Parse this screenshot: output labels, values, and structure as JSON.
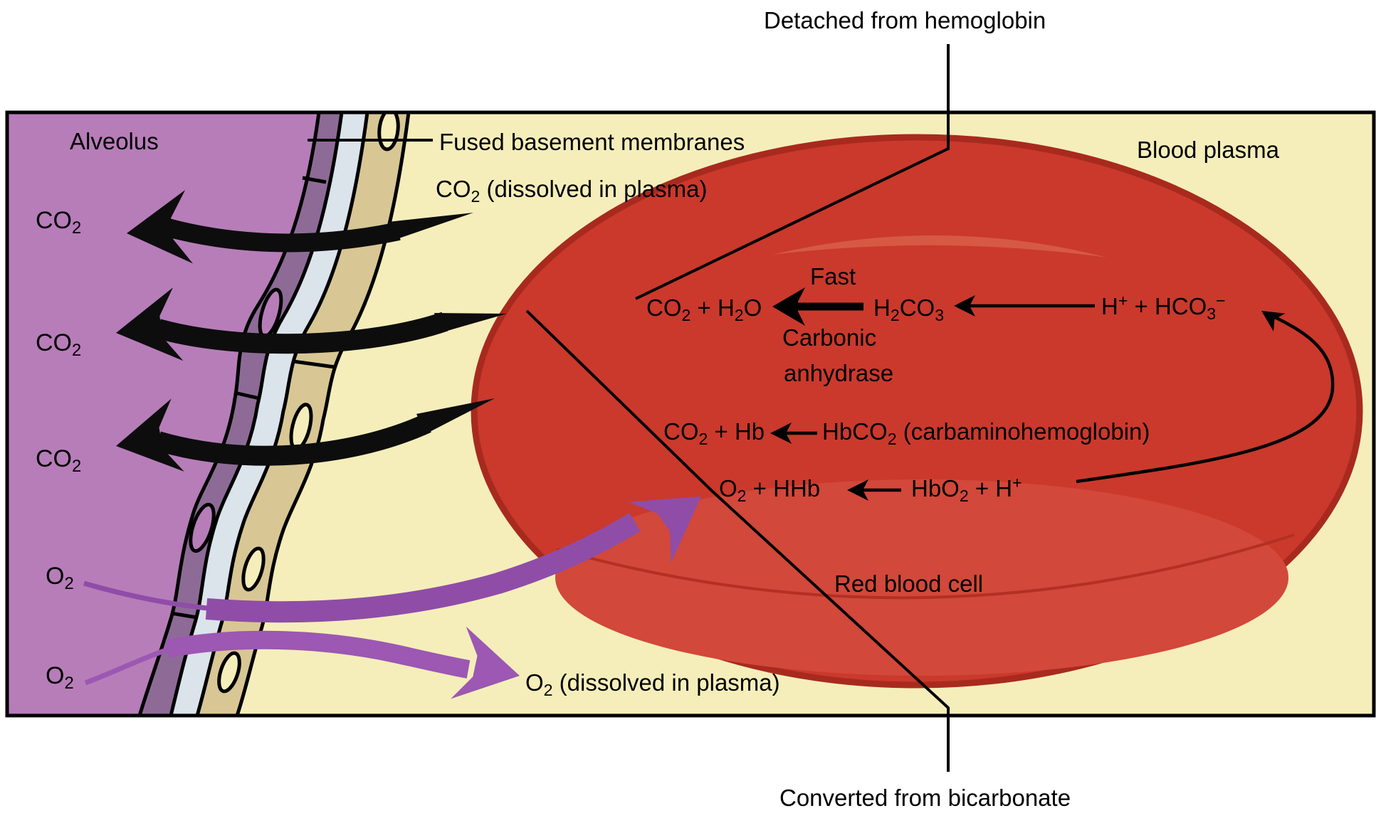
{
  "colors": {
    "background": "#ffffff",
    "plasma": "#f5eeba",
    "alveolus_fill": "#b77db9",
    "epithelium_fill": "#8e6b96",
    "basement_membrane_fill": "#dbe3eb",
    "endothelium_fill": "#d8c794",
    "red_cell_fill": "#ca392c",
    "red_cell_rim": "#a82a1e",
    "red_cell_highlight": "#d85f49",
    "black_arrow": "#0d0d0d",
    "o2_arrow_upper": "#8f4da8",
    "o2_arrow_lower": "#9c58b2"
  },
  "labels": {
    "detached": "Detached from hemoglobin",
    "converted": "Converted from bicarbonate",
    "alveolus": "Alveolus",
    "fused_membranes": "Fused basement membranes",
    "blood_plasma": "Blood plasma",
    "red_blood_cell": "Red blood cell",
    "fast": "Fast",
    "carbonic_1": "Carbonic",
    "carbonic_2": "anhydrase"
  },
  "formulas": {
    "co2": "CO<sub>2</sub>",
    "o2": "O<sub>2</sub>",
    "co2_dissolved": "CO<sub>2</sub> (dissolved in plasma)",
    "o2_dissolved": "O<sub>2</sub> (dissolved in plasma)",
    "eq1_product": "CO<sub>2</sub> + H<sub>2</sub>O",
    "eq1_intermediate": "H<sub>2</sub>CO<sub>3</sub>",
    "eq1_source": "H<sup>+</sup> + HCO<sub>3</sub><sup>−</sup>",
    "eq2_product": "CO<sub>2</sub> + Hb",
    "eq2_source": "HbCO<sub>2</sub> (carbaminohemoglobin)",
    "eq3_product": "O<sub>2</sub> + HHb",
    "eq3_source": "HbO<sub>2</sub> + H<sup>+</sup>"
  }
}
